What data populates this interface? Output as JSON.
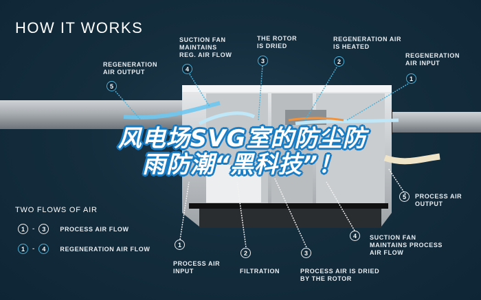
{
  "title": "HOW IT WORKS",
  "colors": {
    "background": "#142d3d",
    "accent_blue": "#4fb3d9",
    "banner_blue": "#1a7dc4",
    "text": "#e9eef2"
  },
  "top_callouts": [
    {
      "number": "5",
      "label_line1": "REGENERATION",
      "label_line2": "AIR OUTPUT",
      "label_line3": ""
    },
    {
      "number": "4",
      "label_line1": "SUCTION FAN",
      "label_line2": "MAINTAINS",
      "label_line3": "REG. AIR FLOW"
    },
    {
      "number": "3",
      "label_line1": "THE ROTOR",
      "label_line2": "IS DRIED",
      "label_line3": ""
    },
    {
      "number": "2",
      "label_line1": "REGENERATION AIR",
      "label_line2": "IS HEATED",
      "label_line3": ""
    },
    {
      "number": "1",
      "label_line1": "REGENERATION",
      "label_line2": "AIR INPUT",
      "label_line3": ""
    }
  ],
  "bottom_callouts": [
    {
      "number": "1",
      "label_line1": "PROCESS AIR",
      "label_line2": "INPUT",
      "label_line3": ""
    },
    {
      "number": "2",
      "label_line1": "FILTRATION",
      "label_line2": "",
      "label_line3": ""
    },
    {
      "number": "3",
      "label_line1": "PROCESS AIR IS DRIED",
      "label_line2": "BY THE ROTOR",
      "label_line3": ""
    },
    {
      "number": "4",
      "label_line1": "SUCTION FAN",
      "label_line2": "MAINTAINS PROCESS",
      "label_line3": "AIR FLOW"
    },
    {
      "number": "5",
      "label_line1": "PROCESS AIR",
      "label_line2": "OUTPUT",
      "label_line3": ""
    }
  ],
  "legend": {
    "title": "TWO FLOWS OF AIR",
    "rows": [
      {
        "from": "1",
        "to": "3",
        "dash": "-",
        "label": "PROCESS AIR FLOW"
      },
      {
        "from": "1",
        "to": "4",
        "dash": "-",
        "label": "REGENERATION AIR FLOW"
      }
    ]
  },
  "banner": {
    "line1": "风电场SVG室的防尘防",
    "line2": "雨防潮“黑科技”！"
  }
}
